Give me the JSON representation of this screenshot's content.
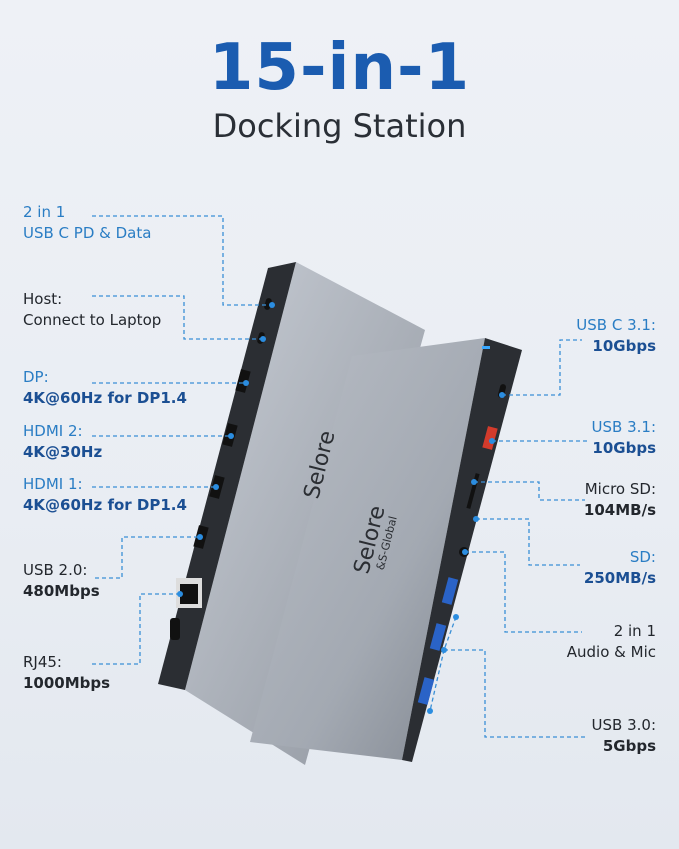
{
  "header": {
    "title": "15-in-1",
    "subtitle": "Docking Station"
  },
  "brand": {
    "logo": "Selore",
    "sublogo": "&S-Global"
  },
  "colors": {
    "title": "#1b5cb0",
    "label_blue": "#2a7dc4",
    "spec_blue": "#1b4f93",
    "callout": "#3a8fd6"
  },
  "left_ports": [
    {
      "name": "2 in 1",
      "spec": "USB C PD & Data"
    },
    {
      "name": "Host:",
      "spec": "Connect to Laptop"
    },
    {
      "name": "DP:",
      "spec": "4K@60Hz for DP1.4"
    },
    {
      "name": "HDMI 2:",
      "spec": "4K@30Hz"
    },
    {
      "name": "HDMI 1:",
      "spec": "4K@60Hz for DP1.4"
    },
    {
      "name": "USB 2.0:",
      "spec": "480Mbps"
    },
    {
      "name": "RJ45:",
      "spec": "1000Mbps"
    }
  ],
  "right_ports": [
    {
      "name": "USB C 3.1:",
      "spec": "10Gbps"
    },
    {
      "name": "USB 3.1:",
      "spec": "10Gbps"
    },
    {
      "name": "Micro SD:",
      "spec": "104MB/s"
    },
    {
      "name": "SD:",
      "spec": "250MB/s"
    },
    {
      "name": "2 in 1",
      "spec": "Audio & Mic"
    },
    {
      "name": "USB 3.0:",
      "spec": "5Gbps"
    }
  ]
}
